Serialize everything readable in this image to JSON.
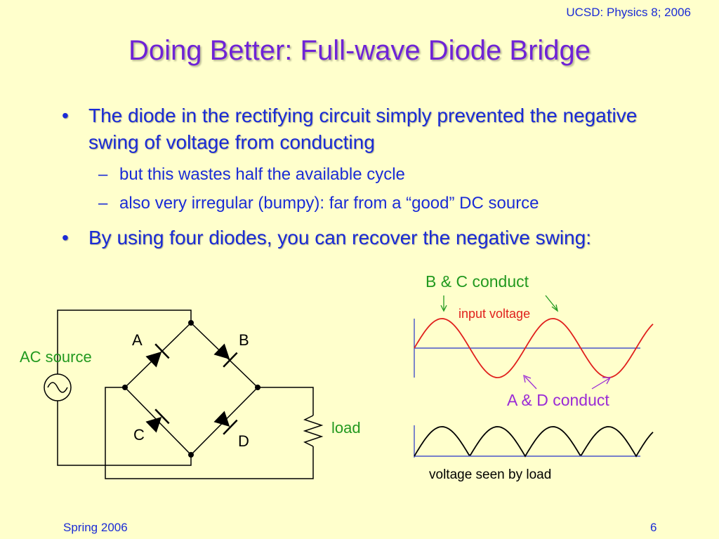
{
  "header": {
    "course": "UCSD: Physics 8; 2006"
  },
  "title": "Doing Better: Full-wave Diode Bridge",
  "bullets": [
    {
      "text": "The diode in the rectifying circuit simply prevented the negative swing of voltage from conducting",
      "subitems": [
        "but this wastes half the available cycle",
        "also very irregular (bumpy): far from a “good” DC source"
      ]
    },
    {
      "text": "By using four diodes, you can recover the negative swing:"
    }
  ],
  "bullet_symbol": "•",
  "dash_symbol": "–",
  "circuit": {
    "source_label": "AC source",
    "diode_a": "A",
    "diode_b": "B",
    "diode_c": "C",
    "diode_d": "D",
    "load_label": "load"
  },
  "waveforms": {
    "bc_label": "B & C conduct",
    "input_label": "input voltage",
    "ad_label": "A & D conduct",
    "output_label": "voltage seen by load"
  },
  "colors": {
    "title": "#6f23d6",
    "text": "#1a2bd6",
    "green": "#22991f",
    "red": "#e0201c",
    "purple": "#9a2ad6",
    "axis": "#2433c8"
  },
  "footer": {
    "left": "Spring 2006",
    "right": "6"
  }
}
